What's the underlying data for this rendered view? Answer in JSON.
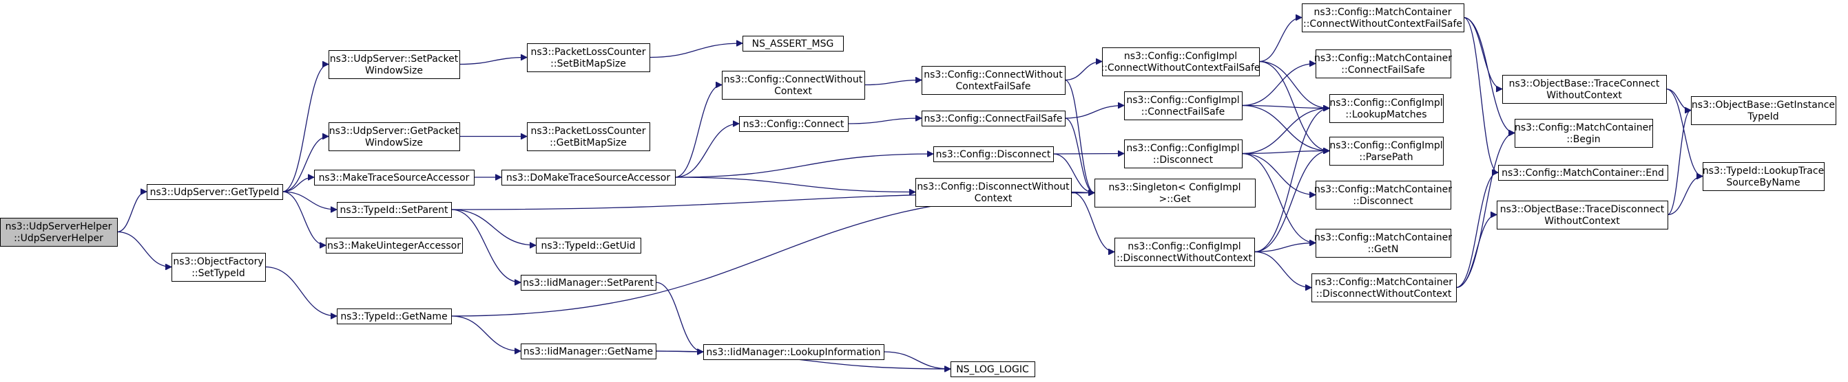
{
  "colors": {
    "edge": "#191970",
    "root_fill": "#bfbfbf",
    "node_fill": "#ffffff",
    "node_border": "#000000"
  },
  "nodes": [
    {
      "id": "root",
      "lines": [
        "ns3::UdpServerHelper",
        "::UdpServerHelper"
      ]
    },
    {
      "id": "gettypeid",
      "lines": [
        "ns3::UdpServer::GetTypeId"
      ]
    },
    {
      "id": "setpacketws",
      "lines": [
        "ns3::UdpServer::SetPacket",
        "WindowSize"
      ]
    },
    {
      "id": "getpacketws",
      "lines": [
        "ns3::UdpServer::GetPacket",
        "WindowSize"
      ]
    },
    {
      "id": "maketrace",
      "lines": [
        "ns3::MakeTraceSourceAccessor"
      ]
    },
    {
      "id": "typeid_setparent",
      "lines": [
        "ns3::TypeId::SetParent"
      ]
    },
    {
      "id": "makeuint",
      "lines": [
        "ns3::MakeUintegerAccessor"
      ]
    },
    {
      "id": "of_settypeid",
      "lines": [
        "ns3::ObjectFactory",
        "::SetTypeId"
      ]
    },
    {
      "id": "typeid_getname",
      "lines": [
        "ns3::TypeId::GetName"
      ]
    },
    {
      "id": "plc_setbitmap",
      "lines": [
        "ns3::PacketLossCounter",
        "::SetBitMapSize"
      ]
    },
    {
      "id": "plc_getbitmap",
      "lines": [
        "ns3::PacketLossCounter",
        "::GetBitMapSize"
      ]
    },
    {
      "id": "domaketrace",
      "lines": [
        "ns3::DoMakeTraceSourceAccessor"
      ]
    },
    {
      "id": "typeid_getuid",
      "lines": [
        "ns3::TypeId::GetUid"
      ]
    },
    {
      "id": "iid_setparent",
      "lines": [
        "ns3::IidManager::SetParent"
      ]
    },
    {
      "id": "iid_getname",
      "lines": [
        "ns3::IidManager::GetName"
      ]
    },
    {
      "id": "assert_msg",
      "lines": [
        "NS_ASSERT_MSG"
      ]
    },
    {
      "id": "cfg_connwoctx",
      "lines": [
        "ns3::Config::ConnectWithout",
        "Context"
      ]
    },
    {
      "id": "cfg_connect",
      "lines": [
        "ns3::Config::Connect"
      ]
    },
    {
      "id": "iid_lookupinfo",
      "lines": [
        "ns3::IidManager::LookupInformation"
      ]
    },
    {
      "id": "log_logic",
      "lines": [
        "NS_LOG_LOGIC"
      ]
    },
    {
      "id": "cfg_connwoctxfs",
      "lines": [
        "ns3::Config::ConnectWithout",
        "ContextFailSafe"
      ]
    },
    {
      "id": "cfg_connfs",
      "lines": [
        "ns3::Config::ConnectFailSafe"
      ]
    },
    {
      "id": "cfg_disconnect",
      "lines": [
        "ns3::Config::Disconnect"
      ]
    },
    {
      "id": "cfg_disconnwoctx",
      "lines": [
        "ns3::Config::DisconnectWithout",
        "Context"
      ]
    },
    {
      "id": "ci_connwoctxfs",
      "lines": [
        "ns3::Config::ConfigImpl",
        "::ConnectWithoutContextFailSafe"
      ]
    },
    {
      "id": "ci_connfs",
      "lines": [
        "ns3::Config::ConfigImpl",
        "::ConnectFailSafe"
      ]
    },
    {
      "id": "ci_disconnect",
      "lines": [
        "ns3::Config::ConfigImpl",
        "::Disconnect"
      ]
    },
    {
      "id": "singleton_get",
      "lines": [
        "ns3::Singleton< ConfigImpl",
        ">::Get"
      ]
    },
    {
      "id": "ci_disconnwoctx",
      "lines": [
        "ns3::Config::ConfigImpl",
        "::DisconnectWithoutContext"
      ]
    },
    {
      "id": "mc_connwoctxfs",
      "lines": [
        "ns3::Config::MatchContainer",
        "::ConnectWithoutContextFailSafe"
      ]
    },
    {
      "id": "mc_connfs",
      "lines": [
        "ns3::Config::MatchContainer",
        "::ConnectFailSafe"
      ]
    },
    {
      "id": "ci_lookupmatches",
      "lines": [
        "ns3::Config::ConfigImpl",
        "::LookupMatches"
      ]
    },
    {
      "id": "ci_parsepath",
      "lines": [
        "ns3::Config::ConfigImpl",
        "::ParsePath"
      ]
    },
    {
      "id": "mc_disconnect",
      "lines": [
        "ns3::Config::MatchContainer",
        "::Disconnect"
      ]
    },
    {
      "id": "mc_getn",
      "lines": [
        "ns3::Config::MatchContainer",
        "::GetN"
      ]
    },
    {
      "id": "mc_disconnwoctx",
      "lines": [
        "ns3::Config::MatchContainer",
        "::DisconnectWithoutContext"
      ]
    },
    {
      "id": "ob_traceconnwoctx",
      "lines": [
        "ns3::ObjectBase::TraceConnect",
        "WithoutContext"
      ]
    },
    {
      "id": "mc_begin",
      "lines": [
        "ns3::Config::MatchContainer",
        "::Begin"
      ]
    },
    {
      "id": "mc_end",
      "lines": [
        "ns3::Config::MatchContainer::End"
      ]
    },
    {
      "id": "ob_tracedisconnwoctx",
      "lines": [
        "ns3::ObjectBase::TraceDisconnect",
        "WithoutContext"
      ]
    },
    {
      "id": "ob_getinstancetypeid",
      "lines": [
        "ns3::ObjectBase::GetInstance",
        "TypeId"
      ]
    },
    {
      "id": "typeid_lookuptrace",
      "lines": [
        "ns3::TypeId::LookupTrace",
        "SourceByName"
      ]
    }
  ],
  "edges": [
    [
      "root",
      "gettypeid"
    ],
    [
      "root",
      "of_settypeid"
    ],
    [
      "gettypeid",
      "setpacketws"
    ],
    [
      "gettypeid",
      "getpacketws"
    ],
    [
      "gettypeid",
      "maketrace"
    ],
    [
      "gettypeid",
      "typeid_setparent"
    ],
    [
      "gettypeid",
      "makeuint"
    ],
    [
      "of_settypeid",
      "typeid_getname"
    ],
    [
      "setpacketws",
      "plc_setbitmap"
    ],
    [
      "getpacketws",
      "plc_getbitmap"
    ],
    [
      "maketrace",
      "domaketrace"
    ],
    [
      "typeid_setparent",
      "typeid_getuid"
    ],
    [
      "typeid_setparent",
      "iid_setparent"
    ],
    [
      "typeid_setparent",
      "singleton_get"
    ],
    [
      "typeid_getname",
      "iid_getname"
    ],
    [
      "typeid_getname",
      "singleton_get"
    ],
    [
      "plc_setbitmap",
      "assert_msg"
    ],
    [
      "domaketrace",
      "cfg_connwoctx"
    ],
    [
      "domaketrace",
      "cfg_connect"
    ],
    [
      "domaketrace",
      "cfg_disconnect"
    ],
    [
      "domaketrace",
      "cfg_disconnwoctx"
    ],
    [
      "iid_setparent",
      "iid_lookupinfo"
    ],
    [
      "iid_getname",
      "iid_lookupinfo"
    ],
    [
      "iid_getname",
      "log_logic"
    ],
    [
      "iid_lookupinfo",
      "log_logic"
    ],
    [
      "cfg_connwoctx",
      "cfg_connwoctxfs"
    ],
    [
      "cfg_connect",
      "cfg_connfs"
    ],
    [
      "cfg_connwoctxfs",
      "ci_connwoctxfs"
    ],
    [
      "cfg_connwoctxfs",
      "singleton_get"
    ],
    [
      "cfg_connfs",
      "ci_connfs"
    ],
    [
      "cfg_connfs",
      "singleton_get"
    ],
    [
      "cfg_disconnect",
      "ci_disconnect"
    ],
    [
      "cfg_disconnect",
      "singleton_get"
    ],
    [
      "cfg_disconnwoctx",
      "ci_disconnwoctx"
    ],
    [
      "cfg_disconnwoctx",
      "singleton_get"
    ],
    [
      "ci_connwoctxfs",
      "mc_connwoctxfs"
    ],
    [
      "ci_connwoctxfs",
      "ci_lookupmatches"
    ],
    [
      "ci_connwoctxfs",
      "ci_parsepath"
    ],
    [
      "ci_connfs",
      "mc_connfs"
    ],
    [
      "ci_connfs",
      "ci_lookupmatches"
    ],
    [
      "ci_connfs",
      "ci_parsepath"
    ],
    [
      "ci_disconnect",
      "ci_lookupmatches"
    ],
    [
      "ci_disconnect",
      "ci_parsepath"
    ],
    [
      "ci_disconnect",
      "mc_disconnect"
    ],
    [
      "ci_disconnect",
      "mc_getn"
    ],
    [
      "ci_disconnwoctx",
      "ci_lookupmatches"
    ],
    [
      "ci_disconnwoctx",
      "ci_parsepath"
    ],
    [
      "ci_disconnwoctx",
      "mc_getn"
    ],
    [
      "ci_disconnwoctx",
      "mc_disconnwoctx"
    ],
    [
      "mc_connwoctxfs",
      "ob_traceconnwoctx"
    ],
    [
      "mc_connwoctxfs",
      "mc_begin"
    ],
    [
      "mc_connwoctxfs",
      "mc_end"
    ],
    [
      "mc_disconnwoctx",
      "ob_tracedisconnwoctx"
    ],
    [
      "mc_disconnwoctx",
      "mc_begin"
    ],
    [
      "mc_disconnwoctx",
      "mc_end"
    ],
    [
      "ob_traceconnwoctx",
      "ob_getinstancetypeid"
    ],
    [
      "ob_traceconnwoctx",
      "typeid_lookuptrace"
    ],
    [
      "ob_tracedisconnwoctx",
      "ob_getinstancetypeid"
    ],
    [
      "ob_tracedisconnwoctx",
      "typeid_lookuptrace"
    ]
  ]
}
